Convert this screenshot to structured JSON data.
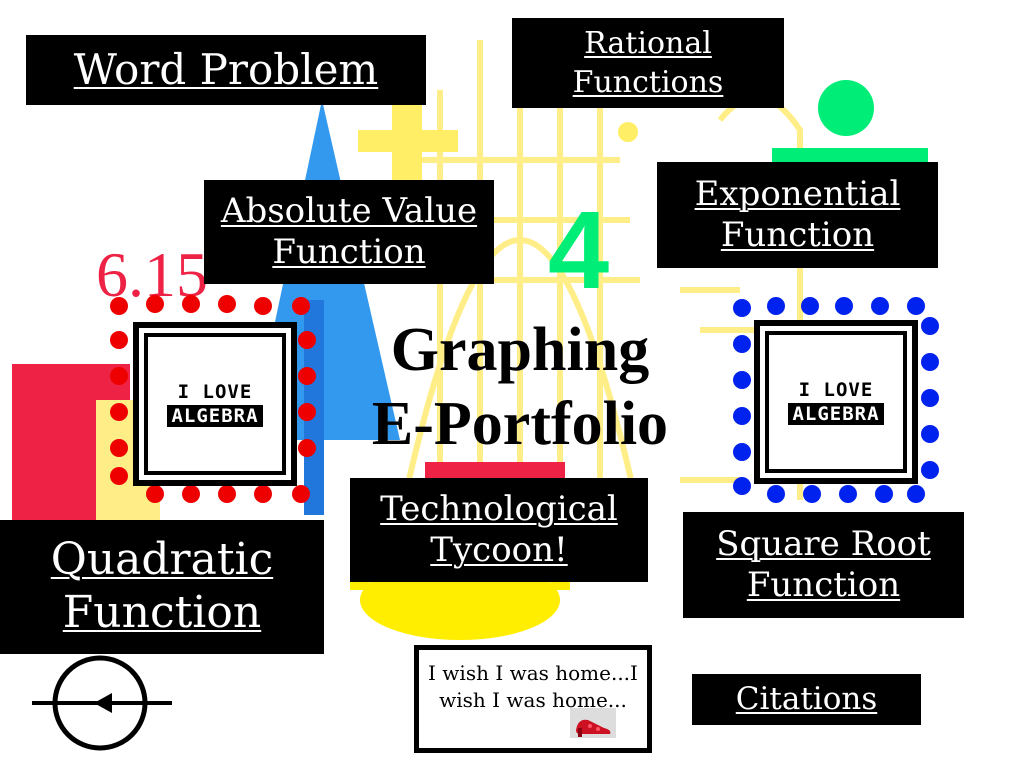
{
  "links": {
    "word_problem": "Word Problem",
    "rational_line1": "Rational",
    "rational_line2": "Functions",
    "absolute_line1": "Absolute Value",
    "absolute_line2": "Function",
    "exponential_line1": "Exponential",
    "exponential_line2": "Function",
    "technological_line1": "Technological",
    "technological_line2": "Tycoon!",
    "square_root_line1": "Square Root",
    "square_root_line2": "Function",
    "quadratic_line1": "Quadratic",
    "quadratic_line2": "Function",
    "citations": "Citations"
  },
  "title": {
    "line1": "Graphing",
    "line2": "E-Portfolio"
  },
  "home_caption": {
    "line1": "I wish I was home...I",
    "line2": "wish I was home..."
  },
  "badge": {
    "line1": "I LOVE",
    "line2": "ALGEBRA"
  },
  "background_text": {
    "number_left": "6.15",
    "number_four": "4"
  },
  "colors": {
    "yellow": "#ffee88",
    "red": "#ee2244",
    "blue": "#3399ee",
    "green": "#00ee77",
    "dot_red": "#ee0000",
    "dot_blue": "#0022ee"
  },
  "icons": {
    "back": "back-arrow-circle-icon",
    "shoe": "ruby-slipper-icon"
  }
}
